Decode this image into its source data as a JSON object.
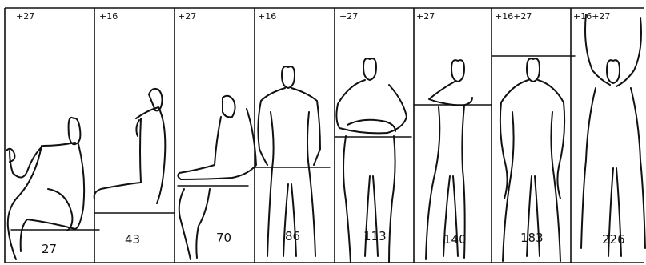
{
  "panels": [
    {
      "top": "+27",
      "bottom": "27"
    },
    {
      "top": "+16",
      "bottom": "43"
    },
    {
      "top": "+27",
      "bottom": "70"
    },
    {
      "top": "+16",
      "bottom": "86"
    },
    {
      "top": "+27",
      "bottom": "113"
    },
    {
      "top": "+27",
      "bottom": "140"
    },
    {
      "top": "+16+27",
      "bottom": "183"
    },
    {
      "top": "+16+27",
      "bottom": "226"
    }
  ],
  "style": {
    "ink": "#111111",
    "paper": "#ffffff"
  }
}
